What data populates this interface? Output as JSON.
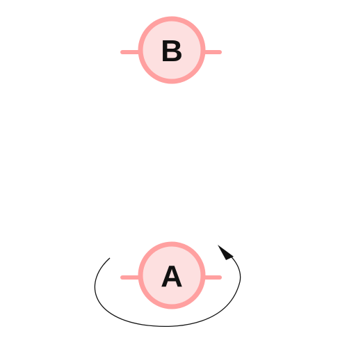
{
  "diagram": {
    "nodes": [
      {
        "id": "B",
        "label": "B"
      },
      {
        "id": "A",
        "label": "A"
      }
    ],
    "edges": [
      {
        "from": "A",
        "to": "A",
        "kind": "self-loop",
        "label": ""
      }
    ],
    "colors": {
      "node_fill": "#fde0e0",
      "node_stroke": "#ffa0a0",
      "edge_stroke": "#111111",
      "text": "#111111"
    }
  }
}
